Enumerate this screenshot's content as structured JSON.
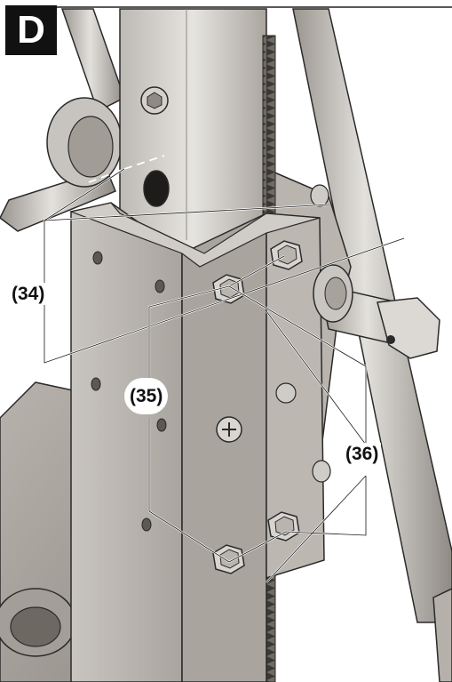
{
  "figure": {
    "panel_label": "D",
    "callouts": [
      {
        "id": "34",
        "text": "(34)"
      },
      {
        "id": "35",
        "text": "(35)"
      },
      {
        "id": "36",
        "text": "(36)"
      }
    ]
  },
  "colors": {
    "metal_light": "#d9d6d2",
    "metal_mid": "#b3aea8",
    "metal_dark": "#8c8781",
    "outline": "#2a2a2a",
    "badge": "#111111"
  }
}
